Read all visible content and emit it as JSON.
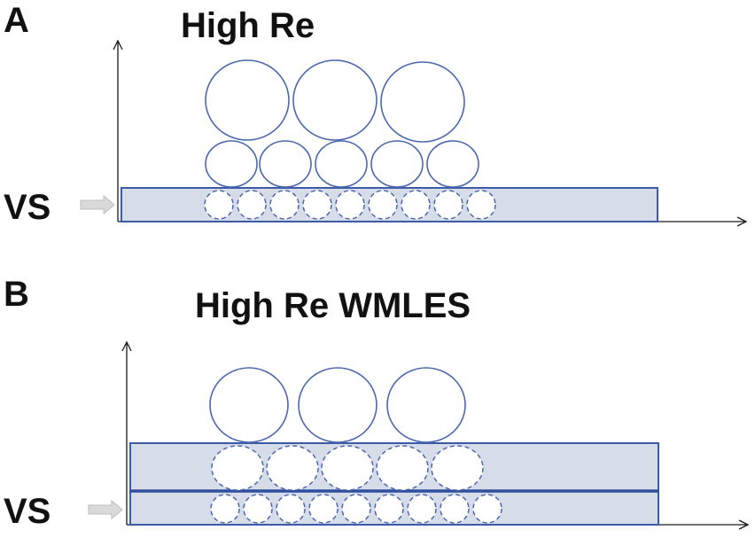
{
  "panels": [
    {
      "letter": "A",
      "title": "High Re",
      "wall_label": "VS"
    },
    {
      "letter": "B",
      "title": "High Re WMLES",
      "wall_label": "VS"
    }
  ],
  "colors": {
    "layer_fill": "#d6dce8",
    "layer_stroke": "#3c5aa6",
    "eddy_stroke": "#4a67b0",
    "axis": "#1a1a1a"
  }
}
